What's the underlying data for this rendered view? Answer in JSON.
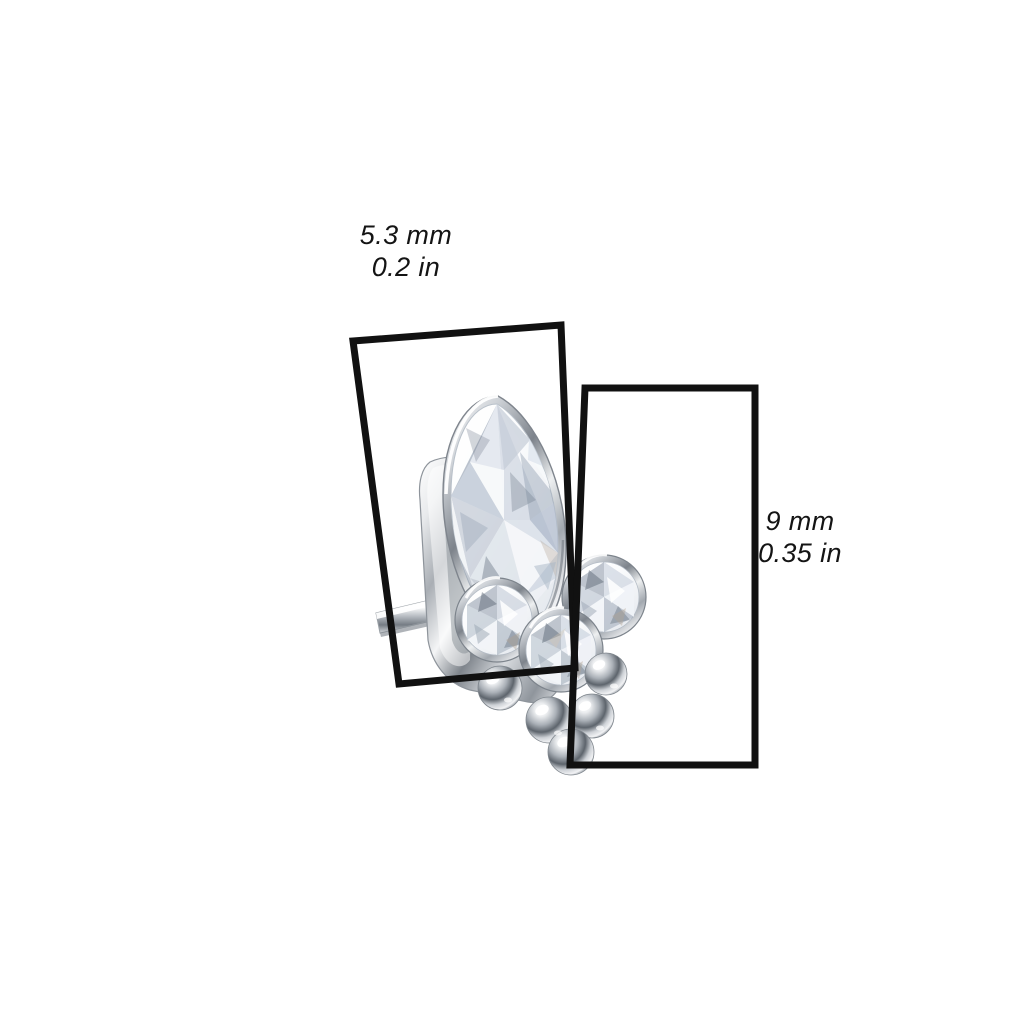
{
  "image": {
    "subject": "labret-stud-marquise-crystal-jewelry",
    "background_color": "#ffffff",
    "text_color": "#141414",
    "metal_color": "#c9ccd1",
    "crystal_color": "#ffffff",
    "outline_color": "#111111"
  },
  "measurements": {
    "width": {
      "name": "width-dimension",
      "mm": "5.3 mm",
      "inches": "0.2 in"
    },
    "height": {
      "name": "height-dimension",
      "mm": "9 mm",
      "inches": "0.35 in"
    }
  },
  "product": {
    "center_stone": "marquise-cut-clear-crystal",
    "accent_stones_count": 3,
    "accent_stone_type": "round-brilliant-clear-crystal",
    "bead_cluster_count": 5,
    "post": "straight-labret-post",
    "finish": "polished-silver"
  }
}
